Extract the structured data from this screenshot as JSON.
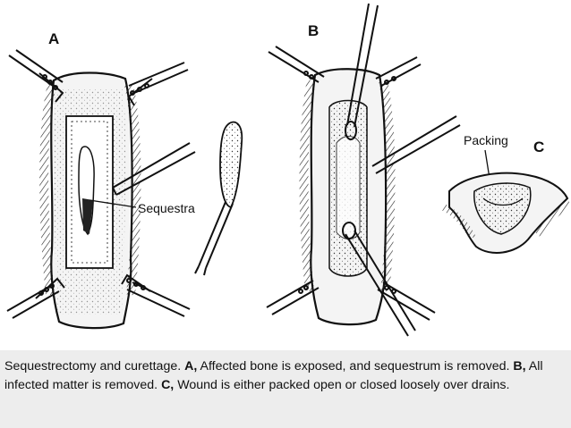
{
  "figure": {
    "panel_a": {
      "letter": "A",
      "callout": "Sequestra"
    },
    "panel_b": {
      "letter": "B"
    },
    "panel_c": {
      "letter": "C",
      "callout": "Packing"
    }
  },
  "caption": {
    "intro": "Sequestrectomy and curettage.",
    "a_label": "A,",
    "a_text": "Affected bone is exposed, and sequestrum is removed.",
    "b_label": "B,",
    "b_text": "All infected matter is removed.",
    "c_label": "C,",
    "c_text": "Wound is either packed open or closed loosely over drains."
  },
  "colors": {
    "ink": "#111111",
    "caption_bg": "#ededed",
    "tissue": "#f2f2f2"
  }
}
